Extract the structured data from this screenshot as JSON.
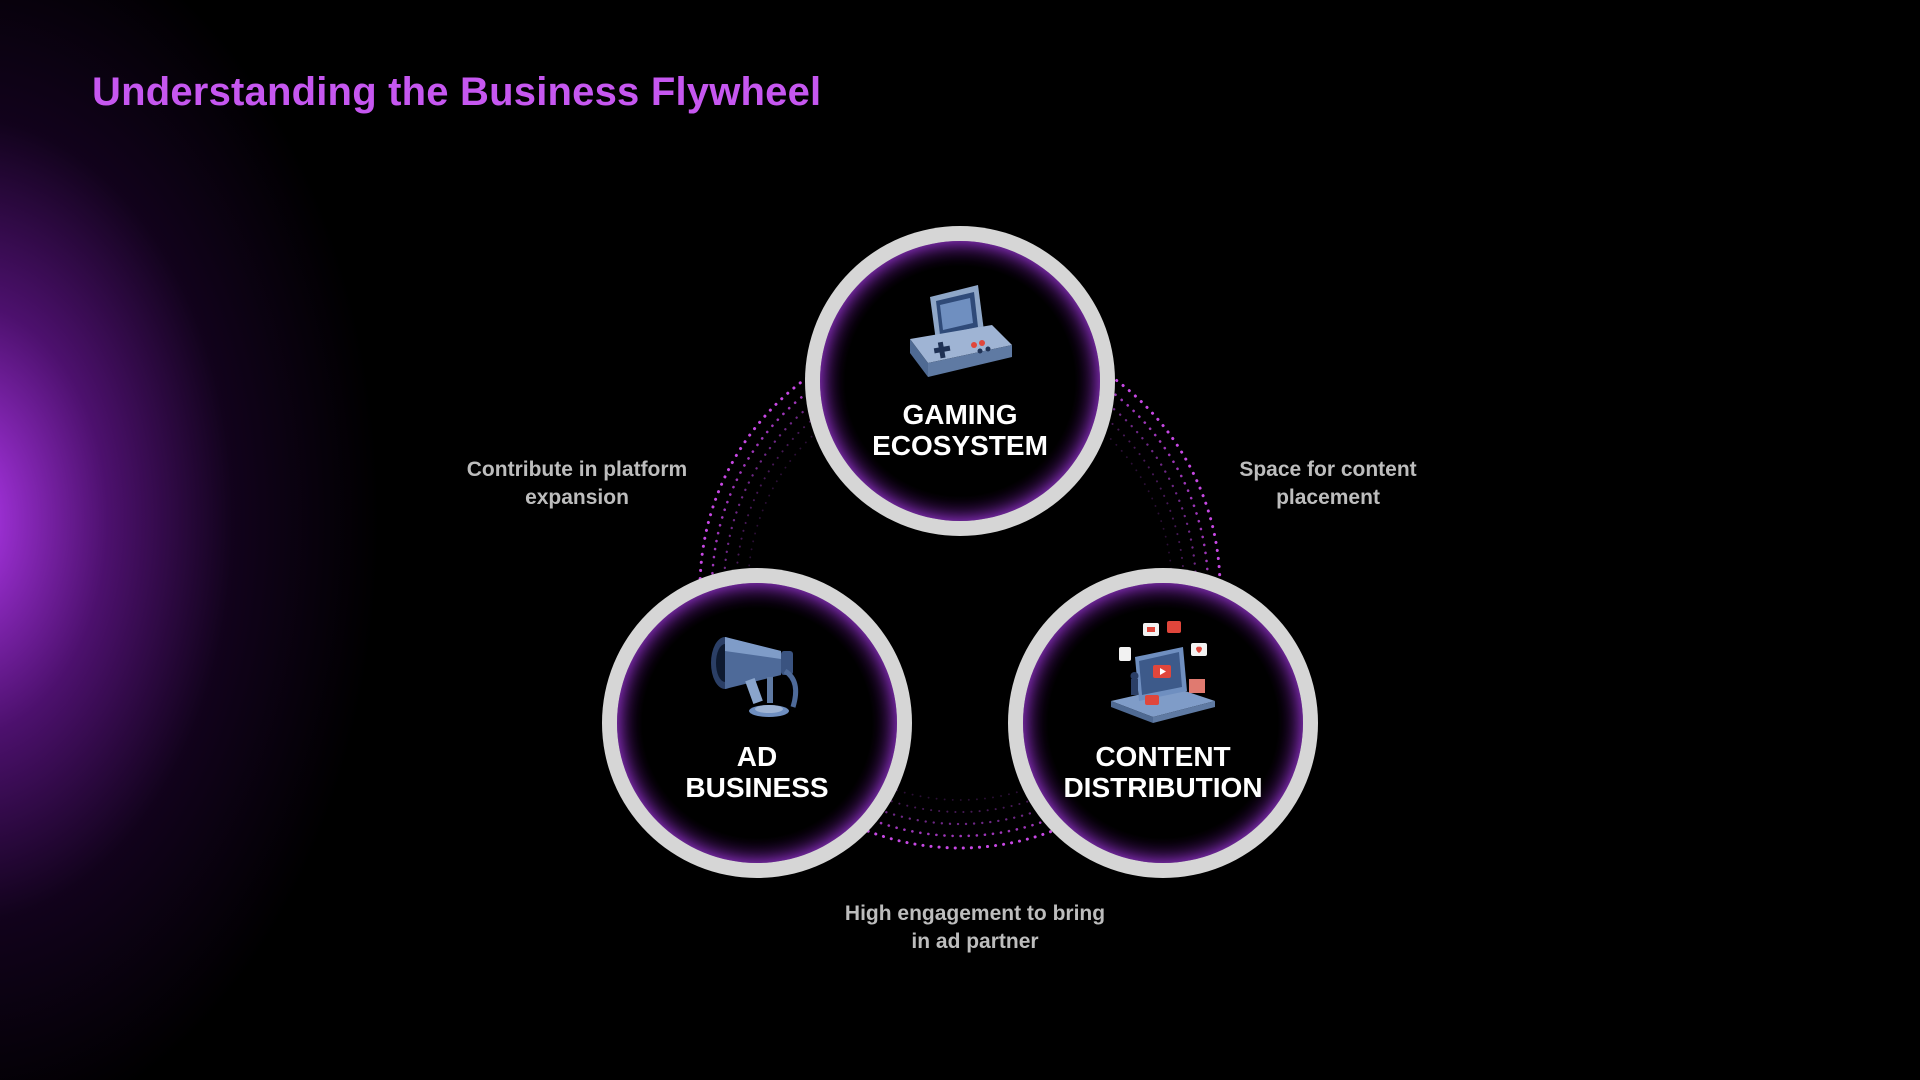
{
  "page": {
    "title": "Understanding the Business Flywheel"
  },
  "nodes": {
    "gaming": {
      "line1": "GAMING",
      "line2": "ECOSYSTEM",
      "icon": "handheld-game-console-icon"
    },
    "ad": {
      "line1": "AD",
      "line2": "BUSINESS",
      "icon": "megaphone-icon"
    },
    "content": {
      "line1": "CONTENT",
      "line2": "DISTRIBUTION",
      "icon": "content-platform-icon"
    }
  },
  "captions": {
    "left": {
      "line1": "Contribute in platform",
      "line2": "expansion"
    },
    "right": {
      "line1": "Space for content",
      "line2": "placement"
    },
    "bottom": {
      "line1": "High engagement to bring",
      "line2": "in ad partner"
    }
  },
  "colors": {
    "accent": "#c657f0",
    "ring": "#d6d6d6",
    "glow": "#b03cee",
    "caption": "#bdbdbd"
  }
}
